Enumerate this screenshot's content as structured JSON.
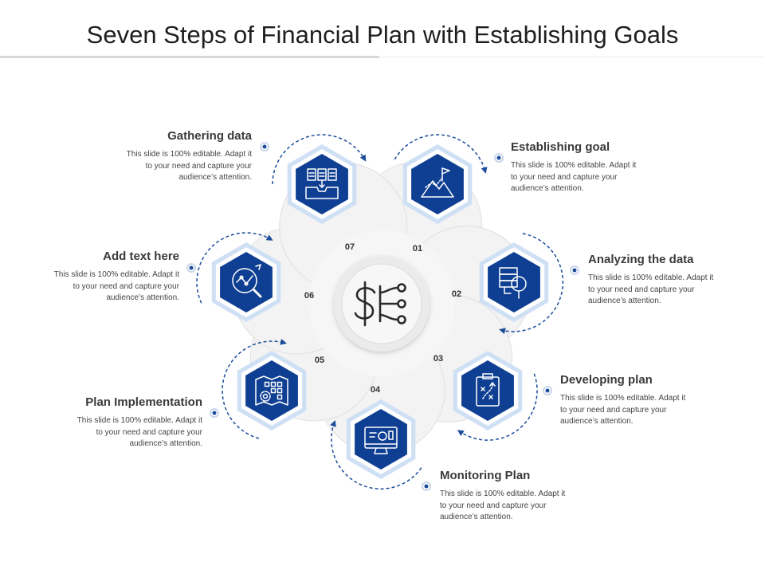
{
  "title": "Seven Steps of Financial Plan with Establishing Goals",
  "center_icon": "dollar-network-icon",
  "colors": {
    "primary": "#0f3f93",
    "light_blue": "#cfe0f5",
    "ring": "#eeeeee",
    "dot": "#1b4d9b"
  },
  "steps": [
    {
      "number": "01",
      "heading": "Establishing goal",
      "icon": "mountain-flag-icon",
      "desc_lines": [
        "This slide is 100% editable. Adapt it",
        "to your need and capture your",
        "audience’s attention."
      ]
    },
    {
      "number": "02",
      "heading": "Analyzing the data",
      "icon": "data-search-icon",
      "desc_lines": [
        "This slide is 100% editable. Adapt it",
        "to your need and capture your",
        "audience’s attention."
      ]
    },
    {
      "number": "03",
      "heading": "Developing plan",
      "icon": "clipboard-strategy-icon",
      "desc_lines": [
        "This slide is 100% editable. Adapt it",
        "to your need and capture your",
        "audience’s attention."
      ]
    },
    {
      "number": "04",
      "heading": "Monitoring Plan",
      "icon": "monitor-dashboard-icon",
      "desc_lines": [
        "This slide is 100% editable. Adapt it",
        "to your need and capture your",
        "audience’s attention."
      ]
    },
    {
      "number": "05",
      "heading": "Plan Implementation",
      "icon": "map-gear-icon",
      "desc_lines": [
        "This slide is 100% editable. Adapt it",
        "to your need and capture your",
        "audience’s attention."
      ]
    },
    {
      "number": "06",
      "heading": "Add text here",
      "icon": "chart-magnifier-icon",
      "desc_lines": [
        "This slide is 100% editable. Adapt it",
        "to your need and capture your",
        "audience’s attention."
      ]
    },
    {
      "number": "07",
      "heading": "Gathering data",
      "icon": "documents-tray-icon",
      "desc_lines": [
        "This slide is 100% editable. Adapt it",
        "to your need and capture your",
        "audience’s attention."
      ]
    }
  ]
}
